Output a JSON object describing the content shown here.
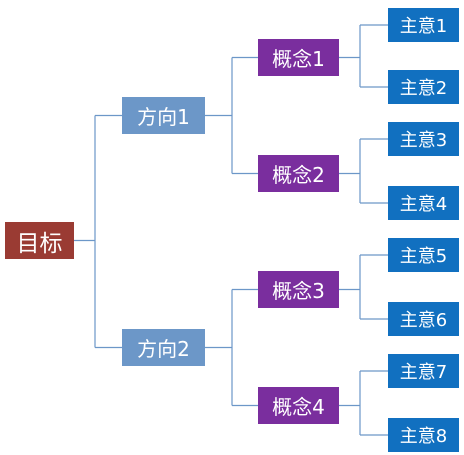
{
  "diagram": {
    "root": "目标",
    "directions": [
      {
        "label": "方向1",
        "concepts": [
          {
            "label": "概念1",
            "ideas": [
              "主意1",
              "主意2"
            ]
          },
          {
            "label": "概念2",
            "ideas": [
              "主意3",
              "主意4"
            ]
          }
        ]
      },
      {
        "label": "方向2",
        "concepts": [
          {
            "label": "概念3",
            "ideas": [
              "主意5",
              "主意6"
            ]
          },
          {
            "label": "概念4",
            "ideas": [
              "主意7",
              "主意8"
            ]
          }
        ]
      }
    ]
  },
  "colors": {
    "root": "#9A3B33",
    "direction": "#6C97C8",
    "concept": "#7A2E9E",
    "idea": "#1170C0",
    "connector": "#6C97C8"
  }
}
